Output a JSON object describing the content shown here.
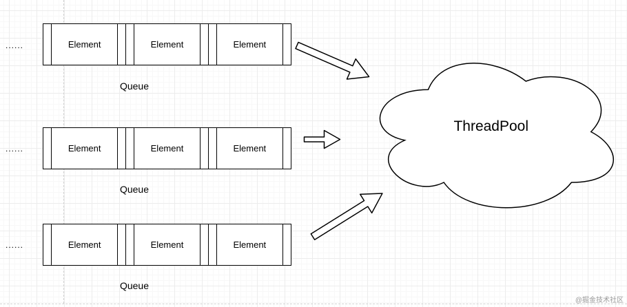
{
  "diagram": {
    "queues": [
      {
        "prefix_dots": "......",
        "elements": [
          "Element",
          "Element",
          "Element"
        ],
        "label": "Queue"
      },
      {
        "prefix_dots": "......",
        "elements": [
          "Element",
          "Element",
          "Element"
        ],
        "label": "Queue"
      },
      {
        "prefix_dots": "......",
        "elements": [
          "Element",
          "Element",
          "Element"
        ],
        "label": "Queue"
      }
    ],
    "threadpool": {
      "label": "ThreadPool"
    },
    "arrows": [
      {
        "name": "queue1-to-threadpool",
        "direction": "down-right"
      },
      {
        "name": "queue2-to-threadpool",
        "direction": "right"
      },
      {
        "name": "queue3-to-threadpool",
        "direction": "up-right"
      }
    ]
  },
  "watermark": "@掘金技术社区",
  "colors": {
    "stroke": "#000000",
    "shape_fill": "#ffffff",
    "grid_major": "#ececec",
    "grid_minor": "#f8f8f8",
    "guide_line": "#cfcfcf",
    "watermark_text": "#9a9a9a"
  }
}
